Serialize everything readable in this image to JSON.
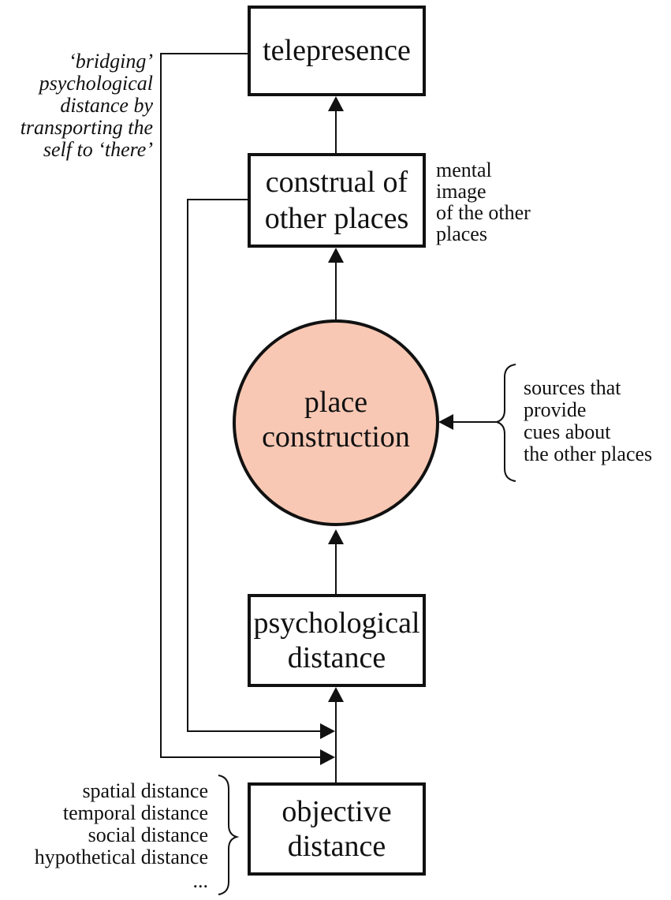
{
  "colors": {
    "ink": "#111111",
    "circle_fill": "#f8c8b4",
    "background": "#ffffff"
  },
  "nodes": {
    "telepresence": {
      "lines": [
        "telepresence"
      ]
    },
    "construal": {
      "lines": [
        "construal of",
        "other places"
      ]
    },
    "place_construction": {
      "lines": [
        "place",
        "construction"
      ]
    },
    "psychological_distance": {
      "lines": [
        "psychological",
        "distance"
      ]
    },
    "objective_distance": {
      "lines": [
        "objective",
        "distance"
      ]
    }
  },
  "annotations": {
    "bridging": [
      "‘bridging’",
      "psychological",
      "distance by",
      "transporting the",
      "self to ‘there’"
    ],
    "mental_image": [
      "mental",
      "image",
      "of the other",
      "places"
    ],
    "sources": [
      "sources that",
      "provide",
      "cues about",
      "the other places"
    ],
    "distance_types": [
      "spatial distance",
      "temporal distance",
      "social distance",
      "hypothetical distance",
      "..."
    ]
  }
}
